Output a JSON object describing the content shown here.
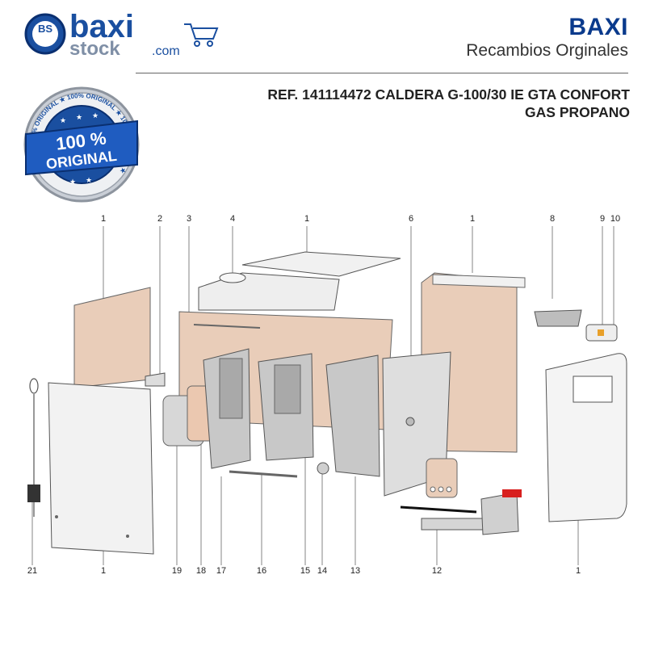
{
  "logo": {
    "mark_letters": "BS",
    "wordmark": "baxi",
    "subword": "stock",
    "domain": ".com",
    "icon": "shopping-cart-icon"
  },
  "brand": {
    "name": "BAXI",
    "subtitle": "Recambios Orginales"
  },
  "reference": {
    "line1": "REF. 141114472 CALDERA G-100/30 IE GTA CONFORT",
    "line2": "GAS PROPANO"
  },
  "badge": {
    "big_text_1": "100 %",
    "big_text_2": "ORIGINAL",
    "ring_text": "100% ORIGINAL ★ 100% ORIGINAL ★ 100% ORIGINAL ★"
  },
  "callouts_top": [
    "1",
    "2",
    "3",
    "4",
    "1",
    "6",
    "1",
    "8",
    "9",
    "10"
  ],
  "callouts_bottom": [
    "21",
    "1",
    "19",
    "18",
    "17",
    "16",
    "15",
    "14",
    "13",
    "12",
    "1"
  ],
  "colors": {
    "brand_blue": "#0a3a8c",
    "insulation": "#e9cdb9",
    "panel": "#f2f2f2",
    "accent_red": "#d8201f"
  }
}
